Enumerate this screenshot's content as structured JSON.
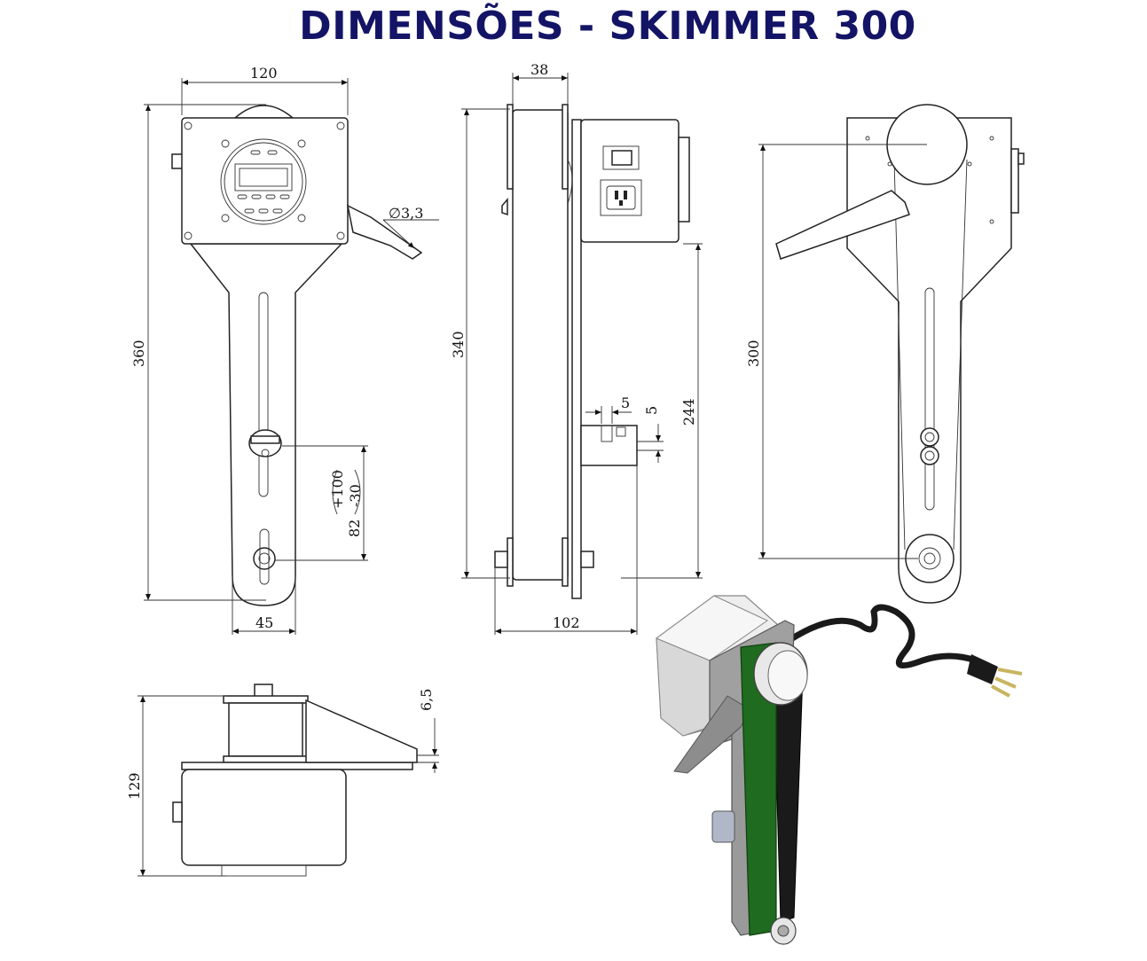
{
  "title": "DIMENSÕES - SKIMMER 300",
  "colors": {
    "title": "#141466",
    "belt_green": "#1f6b1f",
    "belt_black": "#1a1a1a",
    "body_grey": "#9a9a9a",
    "housing_white": "#eeeeee"
  },
  "dimensions": {
    "front_width": "120",
    "front_height": "360",
    "hole_diameter": "∅3,3",
    "adjust_value": "82",
    "adjust_plus": "+100",
    "adjust_minus": "-30",
    "arm_width": "45",
    "side_depth": "38",
    "side_height": "340",
    "side_lower": "244",
    "slot_w": "5",
    "slot_h": "5",
    "side_base": "102",
    "rear_height": "300",
    "top_height": "129",
    "top_plate": "6,5"
  },
  "icons": [
    "timer-display-icon",
    "power-switch-icon",
    "power-socket-icon",
    "power-plug-icon"
  ]
}
